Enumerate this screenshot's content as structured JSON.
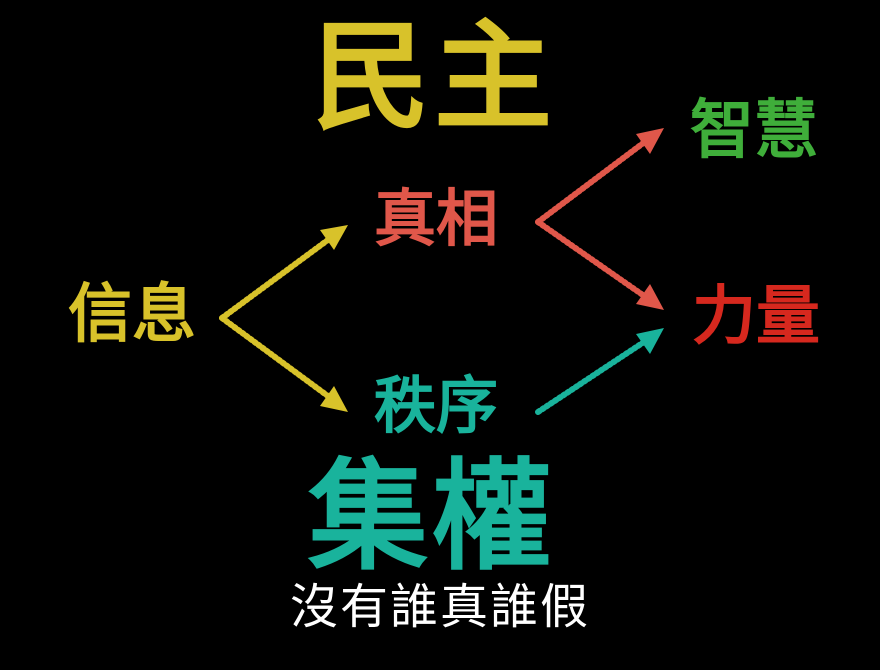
{
  "titles": {
    "top": "民主",
    "bottom": "集權"
  },
  "nodes": {
    "info": "信息",
    "truth": "真相",
    "order": "秩序",
    "wisdom": "智慧",
    "power": "力量"
  },
  "subtitle": "沒有誰真誰假",
  "colors": {
    "background": "#000000",
    "yellow": "#d8c22a",
    "red": "#e0574a",
    "red_strong": "#d6281e",
    "green": "#3fae3a",
    "teal": "#19b39c",
    "white": "#ffffff"
  },
  "arrows": [
    {
      "from": "info",
      "to": "truth",
      "color": "yellow"
    },
    {
      "from": "info",
      "to": "order",
      "color": "yellow"
    },
    {
      "from": "truth",
      "to": "wisdom",
      "color": "red"
    },
    {
      "from": "truth",
      "to": "power",
      "color": "red"
    },
    {
      "from": "order",
      "to": "power",
      "color": "teal"
    }
  ]
}
